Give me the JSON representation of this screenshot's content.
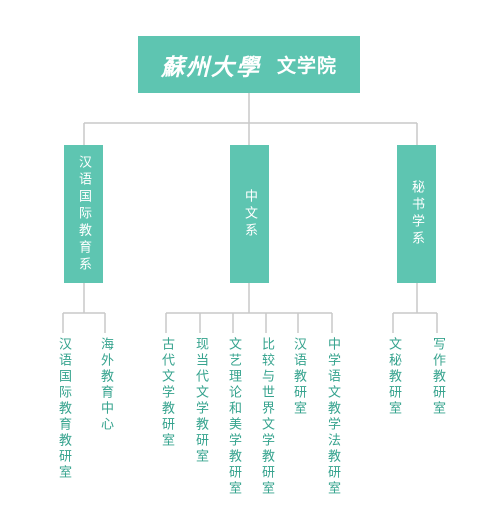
{
  "root": {
    "logo_text": "蘇州大學",
    "name": "文学院"
  },
  "departments": [
    {
      "name": "汉语国际教育系",
      "children": [
        "汉语国际教育教研室",
        "海外教育中心"
      ]
    },
    {
      "name": "中文系",
      "children": [
        "古代文学教研室",
        "现当代文学教研室",
        "文艺理论和美学教研室",
        "比较与世界文学教研室",
        "汉语教研室",
        "中学语文教学法教研室"
      ]
    },
    {
      "name": "秘书学系",
      "children": [
        "文秘教研室",
        "写作教研室"
      ]
    }
  ],
  "colors": {
    "box_fill": "#5ec5b1",
    "box_text": "#ffffff",
    "leaf_text": "#36a38e",
    "connector": "#c9c9c9"
  }
}
